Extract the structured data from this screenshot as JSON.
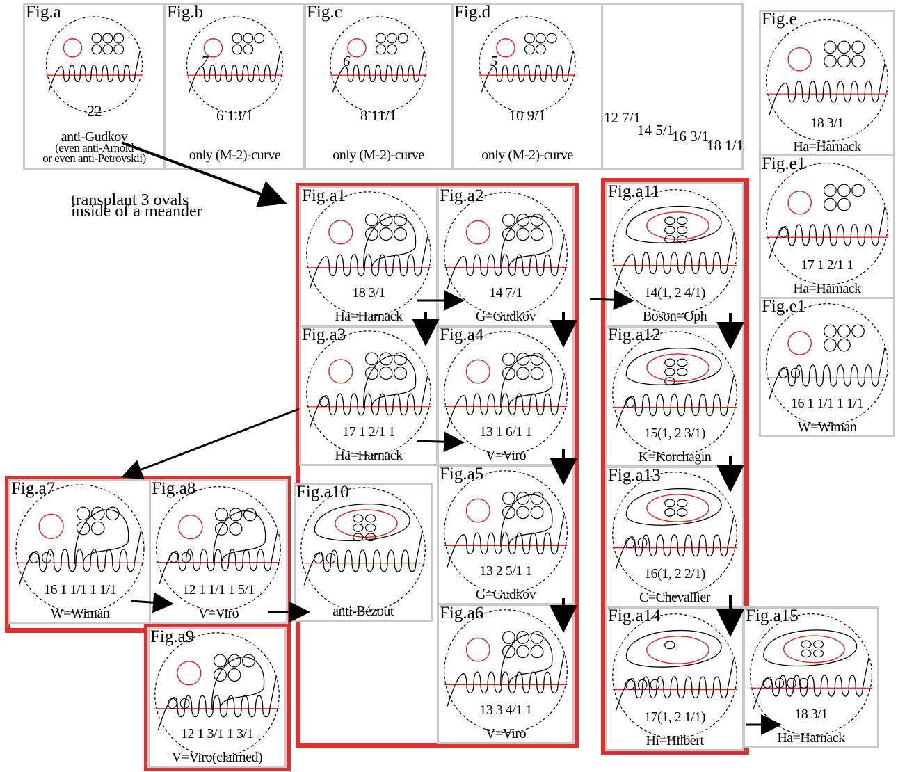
{
  "annotation": {
    "line1": "transplant 3 ovals",
    "line2": "inside of a meander"
  },
  "top_row": {
    "a": {
      "label": "Fig.a",
      "code": "22",
      "caption1": "anti-Gudkov",
      "caption2": "(even anti-Arnold",
      "caption3": "or even anti-Petrovskii)"
    },
    "b": {
      "label": "Fig.b",
      "oval_number": "7",
      "code": "6 13/1",
      "caption": "only (M-2)-curve"
    },
    "c": {
      "label": "Fig.c",
      "oval_number": "6",
      "code": "8 11/1",
      "caption": "only (M-2)-curve"
    },
    "d": {
      "label": "Fig.d",
      "oval_number": "5",
      "code": "10 9/1",
      "caption": "only (M-2)-curve"
    },
    "series": [
      "12 7/1",
      "14 5/1",
      "16 3/1",
      "18 1/1"
    ]
  },
  "panels": {
    "e": {
      "label": "Fig.e",
      "code": "18 3/1",
      "caption": "Ha=Harnack"
    },
    "e1": {
      "label": "Fig.e1",
      "code": "17 1 2/1 1",
      "caption": "Ha=Harnack"
    },
    "e1b": {
      "label": "Fig.e1",
      "code": "16 1 1/1 1 1/1",
      "caption": "W=Wiman"
    },
    "a1": {
      "label": "Fig.a1",
      "code": "18 3/1",
      "caption": "Ha=Harnack"
    },
    "a2": {
      "label": "Fig.a2",
      "code": "14 7/1",
      "caption": "G=Gudkov"
    },
    "a3": {
      "label": "Fig.a3",
      "code": "17 1 2/1 1",
      "caption": "Ha=Harnack"
    },
    "a4": {
      "label": "Fig.a4",
      "code": "13 1 6/1 1",
      "caption": "V=Viro"
    },
    "a5": {
      "label": "Fig.a5",
      "code": "13 2 5/1 1",
      "caption": "G=Gudkov"
    },
    "a6": {
      "label": "Fig.a6",
      "code": "13 3 4/1 1",
      "caption": "V=Viro"
    },
    "a7": {
      "label": "Fig.a7",
      "code": "16 1 1/1 1 1/1",
      "caption": "W=Wiman"
    },
    "a8": {
      "label": "Fig.a8",
      "code": "12 1 1/1 1 5/1",
      "caption": "V=Viro"
    },
    "a9": {
      "label": "Fig.a9",
      "code": "12 1 3/1 1 3/1",
      "caption": "V=Viro(claimed)"
    },
    "a10": {
      "label": "Fig.a10",
      "code": "",
      "caption": "anti-Bézout"
    },
    "a11": {
      "label": "Fig.a11",
      "code": "14(1, 2 4/1)",
      "caption": "Boson=Oph"
    },
    "a12": {
      "label": "Fig.a12",
      "code": "15(1, 2 3/1)",
      "caption": "K=Korchagin"
    },
    "a13": {
      "label": "Fig.a13",
      "code": "16(1, 2 2/1)",
      "caption": "C=Chevallier"
    },
    "a14": {
      "label": "Fig.a14",
      "code": "17(1, 2 1/1)",
      "caption": "Hi=Hilbert"
    },
    "a15": {
      "label": "Fig.a15",
      "code": "18 3/1",
      "caption": "Ha=Harnack"
    }
  },
  "colors": {
    "panel_border": "#c8c8c8",
    "group_border": "#e03030",
    "red_curve": "#e02020",
    "ink": "#000000"
  }
}
